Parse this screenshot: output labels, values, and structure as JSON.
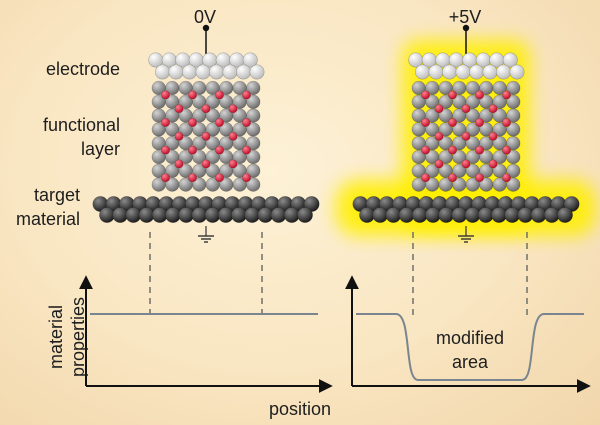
{
  "labels": {
    "electrode": "electrode",
    "functional_line1": "functional",
    "functional_line2": "layer",
    "target_line1": "target",
    "target_line2": "material"
  },
  "devices": [
    {
      "voltage": "0V",
      "glow": false
    },
    {
      "voltage": "+5V",
      "glow": true
    }
  ],
  "graphs": {
    "y_label_line1": "material",
    "y_label_line2": "properties",
    "x_label": "position",
    "modified_line1": "modified",
    "modified_line2": "area"
  },
  "colors": {
    "electrode_atom": "#dcdcdc",
    "layer_atom": "#9c9c9c",
    "oxygen_atom": "#e0223c",
    "target_atom": "#4a4a4a",
    "glow": "#ffef00",
    "curve": "#7a8590"
  },
  "icons": [
    "ground-icon",
    "contact-dot-icon"
  ]
}
